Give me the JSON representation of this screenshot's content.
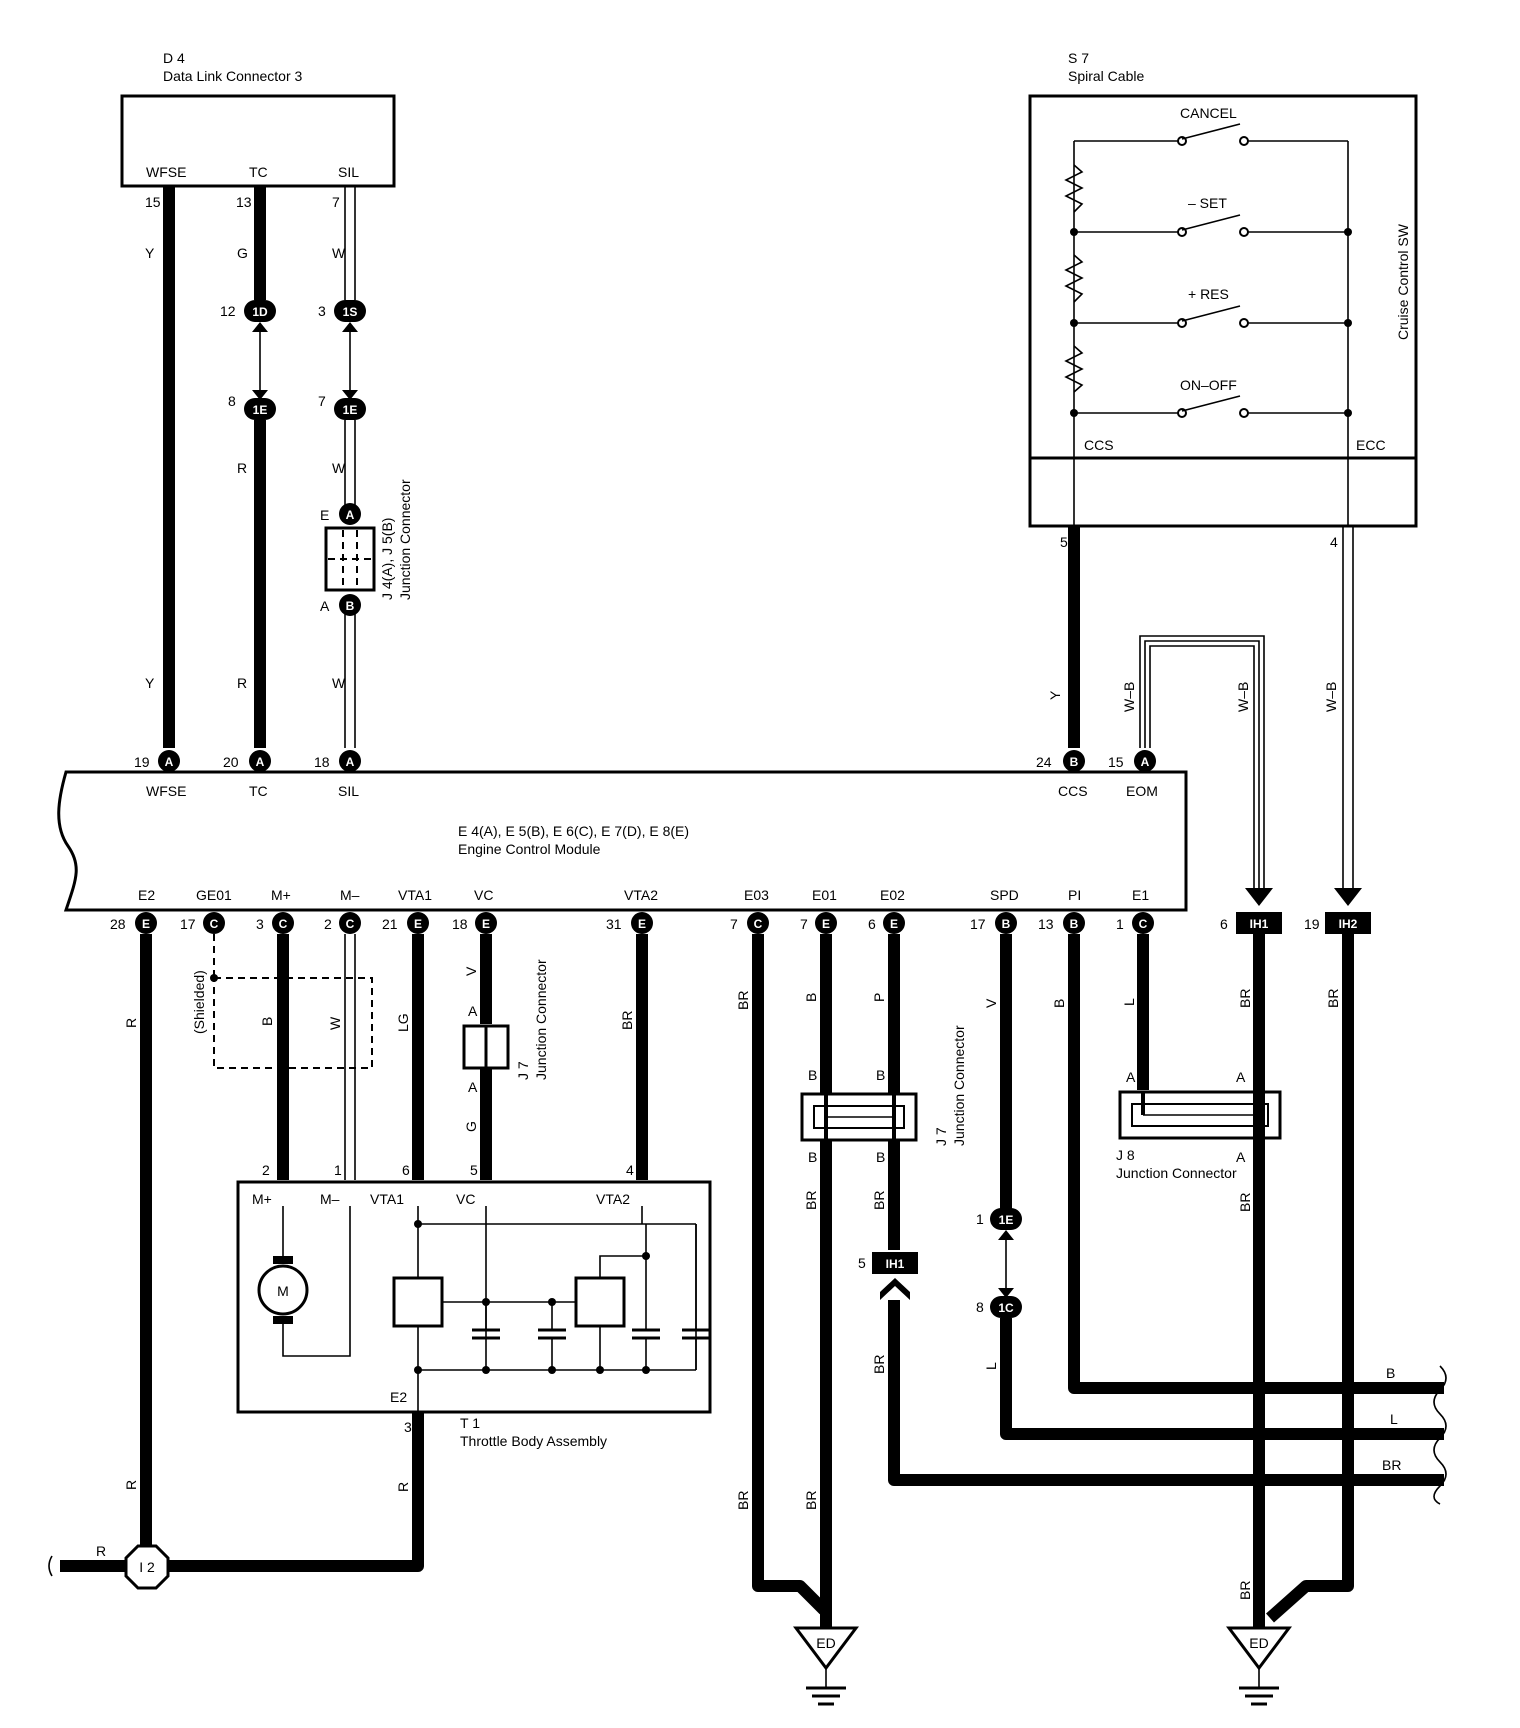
{
  "components": {
    "dlc": {
      "code": "D 4",
      "name": "Data Link Connector 3",
      "pins": [
        "WFSE",
        "TC",
        "SIL"
      ],
      "pin_numbers": [
        "15",
        "13",
        "7"
      ]
    },
    "spiral": {
      "code": "S 7",
      "name": "Spiral Cable",
      "side_label": "Cruise Control SW",
      "switches": [
        "CANCEL",
        "– SET",
        "+ RES",
        "ON–OFF"
      ],
      "terminals": [
        "CCS",
        "ECC"
      ],
      "pin_numbers": [
        "5",
        "4"
      ]
    },
    "ecm": {
      "code": "E 4(A), E 5(B), E 6(C), E 7(D), E 8(E)",
      "name": "Engine Control Module",
      "top_pins": [
        {
          "label": "WFSE",
          "num": "19",
          "conn": "A"
        },
        {
          "label": "TC",
          "num": "20",
          "conn": "A"
        },
        {
          "label": "SIL",
          "num": "18",
          "conn": "A"
        },
        {
          "label": "CCS",
          "num": "24",
          "conn": "B"
        },
        {
          "label": "EOM",
          "num": "15",
          "conn": "A"
        }
      ],
      "bottom_pins": [
        {
          "label": "E2",
          "num": "28",
          "conn": "E"
        },
        {
          "label": "GE01",
          "num": "17",
          "conn": "C"
        },
        {
          "label": "M+",
          "num": "3",
          "conn": "C"
        },
        {
          "label": "M–",
          "num": "2",
          "conn": "C"
        },
        {
          "label": "VTA1",
          "num": "21",
          "conn": "E"
        },
        {
          "label": "VC",
          "num": "18",
          "conn": "E"
        },
        {
          "label": "VTA2",
          "num": "31",
          "conn": "E"
        },
        {
          "label": "E03",
          "num": "7",
          "conn": "C"
        },
        {
          "label": "E01",
          "num": "7",
          "conn": "E"
        },
        {
          "label": "E02",
          "num": "6",
          "conn": "E"
        },
        {
          "label": "SPD",
          "num": "17",
          "conn": "B"
        },
        {
          "label": "PI",
          "num": "13",
          "conn": "B"
        },
        {
          "label": "E1",
          "num": "1",
          "conn": "C"
        }
      ]
    },
    "throttle": {
      "code": "T 1",
      "name": "Throttle Body Assembly",
      "pins": [
        "M+",
        "M–",
        "VTA1",
        "VC",
        "VTA2",
        "E2"
      ],
      "pin_numbers": [
        "2",
        "1",
        "6",
        "5",
        "4",
        "3"
      ],
      "motor": "M"
    },
    "j4j5": {
      "code": "J 4(A), J 5(B)",
      "name": "Junction Connector",
      "pins": [
        "E",
        "A"
      ],
      "conn": [
        "A",
        "B"
      ]
    },
    "j7a": {
      "code": "J 7",
      "name": "Junction Connector",
      "pin": "A"
    },
    "j7b": {
      "code": "J 7",
      "name": "Junction Connector",
      "pin": "B"
    },
    "j8": {
      "code": "J 8",
      "name": "Junction Connector",
      "pin": "A"
    },
    "splice": "I 2",
    "ground": "ED",
    "shielded": "(Shielded)"
  },
  "connectors": {
    "tc_1d": {
      "num": "12",
      "label": "1D"
    },
    "sil_1s": {
      "num": "3",
      "label": "1S"
    },
    "tc_1e": {
      "num": "8",
      "label": "1E"
    },
    "sil_1e": {
      "num": "7",
      "label": "1E"
    },
    "ih1_top": {
      "num": "6",
      "label": "IH1"
    },
    "ih2_top": {
      "num": "19",
      "label": "IH2"
    },
    "ih1_mid": {
      "num": "5",
      "label": "IH1"
    },
    "spd_1e": {
      "num": "1",
      "label": "1E"
    },
    "spd_1c": {
      "num": "8",
      "label": "1C"
    }
  },
  "wire_colors": {
    "Y": "Y",
    "G": "G",
    "W": "W",
    "R": "R",
    "WB": "W–B",
    "B": "B",
    "LG": "LG",
    "V": "V",
    "BR": "BR",
    "P": "P",
    "L": "L"
  }
}
